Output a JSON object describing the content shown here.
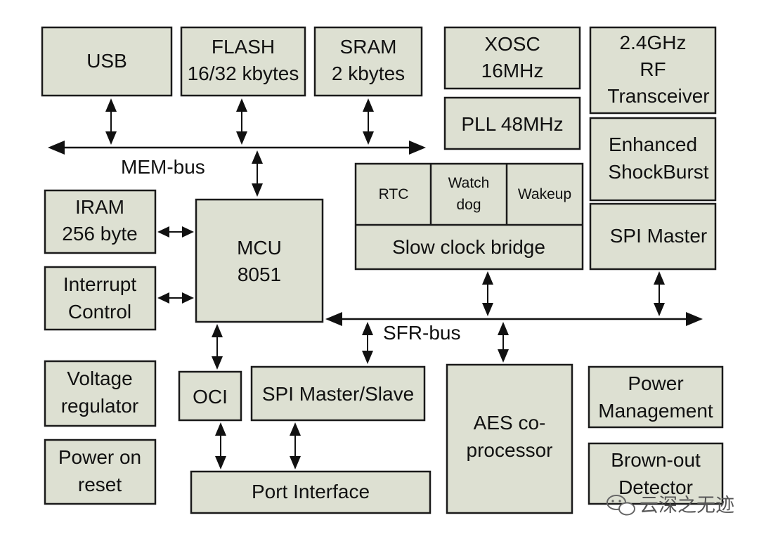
{
  "blocks": {
    "usb": [
      "USB"
    ],
    "flash": [
      "FLASH",
      "16/32 kbytes"
    ],
    "sram": [
      "SRAM",
      "2 kbytes"
    ],
    "xosc": [
      "XOSC",
      "16MHz"
    ],
    "rf": [
      "2.4GHz",
      "RF",
      "Transceiver"
    ],
    "pll": [
      "PLL 48MHz"
    ],
    "enhanced": [
      "Enhanced",
      "ShockBurst"
    ],
    "rtc": [
      "RTC"
    ],
    "watchdog": [
      "Watch",
      "dog"
    ],
    "wakeup": [
      "Wakeup"
    ],
    "slow_clock": [
      "Slow clock bridge"
    ],
    "iram": [
      "IRAM",
      "256 byte"
    ],
    "mcu": [
      "MCU",
      "8051"
    ],
    "spi_master": [
      "SPI Master"
    ],
    "interrupt": [
      "Interrupt",
      "Control"
    ],
    "voltage": [
      "Voltage",
      "regulator"
    ],
    "oci": [
      "OCI"
    ],
    "spi_ms": [
      "SPI Master/Slave"
    ],
    "aes": [
      "AES co-",
      "processor"
    ],
    "power_mgmt": [
      "Power",
      "Management"
    ],
    "power_on": [
      "Power on",
      "reset"
    ],
    "port": [
      "Port Interface"
    ],
    "brownout": [
      "Brown-out",
      "Detector"
    ]
  },
  "buses": {
    "mem": "MEM-bus",
    "sfr": "SFR-bus"
  },
  "watermark": "云深之无迹",
  "colors": {
    "block_fill": "#dde0d2",
    "outline": "#1a1a1a",
    "text": "#111111"
  }
}
